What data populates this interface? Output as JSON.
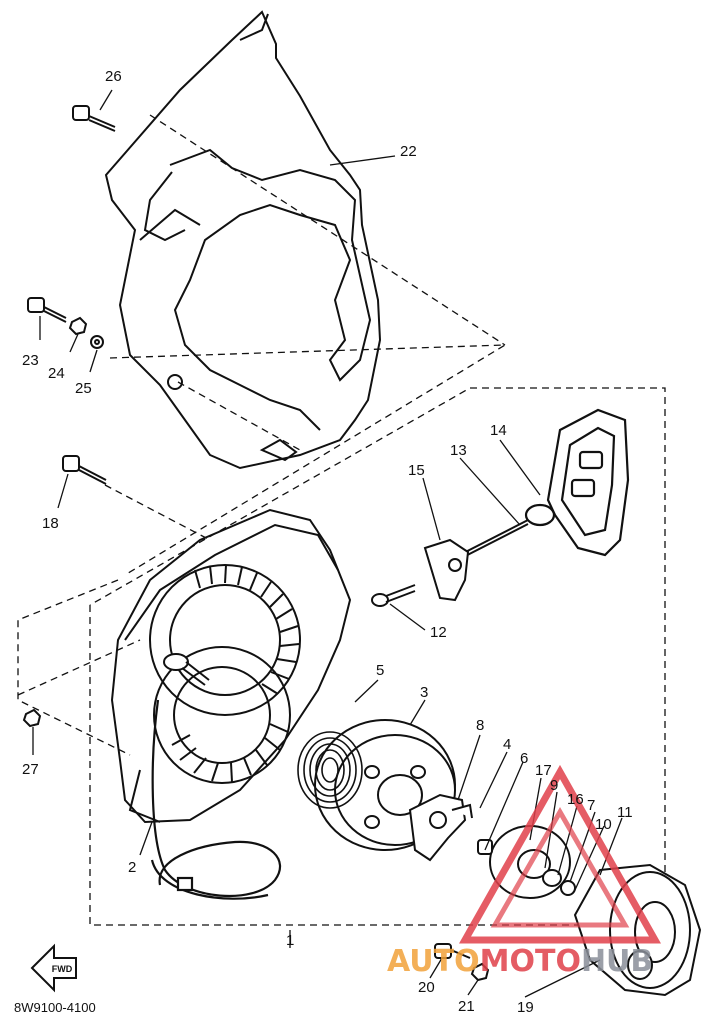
{
  "parts": [
    {
      "id": "p26",
      "name": "part-label-26",
      "number": "26"
    },
    {
      "id": "p22",
      "name": "part-label-22",
      "number": "22"
    },
    {
      "id": "p23",
      "name": "part-label-23",
      "number": "23"
    },
    {
      "id": "p24",
      "name": "part-label-24",
      "number": "24"
    },
    {
      "id": "p25",
      "name": "part-label-25",
      "number": "25"
    },
    {
      "id": "p18",
      "name": "part-label-18",
      "number": "18"
    },
    {
      "id": "p14",
      "name": "part-label-14",
      "number": "14"
    },
    {
      "id": "p13",
      "name": "part-label-13",
      "number": "13"
    },
    {
      "id": "p15",
      "name": "part-label-15",
      "number": "15"
    },
    {
      "id": "p12",
      "name": "part-label-12",
      "number": "12"
    },
    {
      "id": "p5",
      "name": "part-label-5",
      "number": "5"
    },
    {
      "id": "p3",
      "name": "part-label-3",
      "number": "3"
    },
    {
      "id": "p8",
      "name": "part-label-8",
      "number": "8"
    },
    {
      "id": "p4",
      "name": "part-label-4",
      "number": "4"
    },
    {
      "id": "p6",
      "name": "part-label-6",
      "number": "6"
    },
    {
      "id": "p17",
      "name": "part-label-17",
      "number": "17"
    },
    {
      "id": "p9",
      "name": "part-label-9",
      "number": "9"
    },
    {
      "id": "p16",
      "name": "part-label-16",
      "number": "16"
    },
    {
      "id": "p7",
      "name": "part-label-7",
      "number": "7"
    },
    {
      "id": "p10",
      "name": "part-label-10",
      "number": "10"
    },
    {
      "id": "p11",
      "name": "part-label-11",
      "number": "11"
    },
    {
      "id": "p27",
      "name": "part-label-27",
      "number": "27"
    },
    {
      "id": "p2",
      "name": "part-label-2",
      "number": "2"
    },
    {
      "id": "p1",
      "name": "part-label-1",
      "number": "1"
    },
    {
      "id": "p20",
      "name": "part-label-20",
      "number": "20"
    },
    {
      "id": "p21",
      "name": "part-label-21",
      "number": "21"
    },
    {
      "id": "p19",
      "name": "part-label-19",
      "number": "19"
    }
  ],
  "diagram_code": "8W9100-4100",
  "fwd_label": "FWD",
  "watermark": {
    "part1": "AUTO",
    "part2": "MOTO",
    "part3": "HUB",
    "colors": {
      "orange": "#f2a23a",
      "red": "#e0404a",
      "gray": "#8a8f99"
    }
  }
}
